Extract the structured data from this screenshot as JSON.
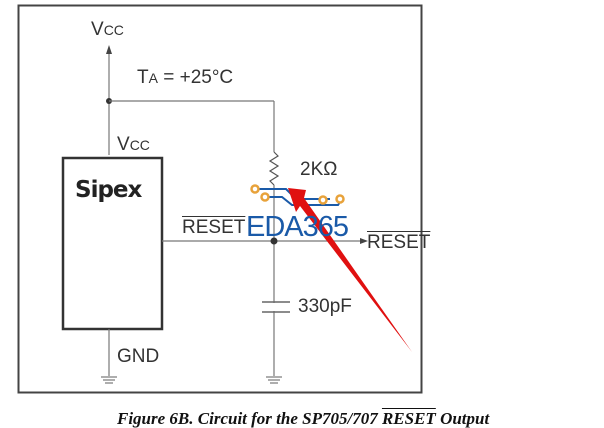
{
  "diagram": {
    "title": "Circuit for the SP705/707 RESET Output",
    "caption": {
      "prefix": "Figure 6B.  Circuit for the SP705/707 ",
      "overlined": "RESET",
      "suffix": " Output"
    },
    "labels": {
      "vcc_top_main": "V",
      "vcc_top_sub": "CC",
      "temp_main": "T",
      "temp_sub": "A",
      "temp_value": " = +25°C",
      "vcc_chip_main": "V",
      "vcc_chip_sub": "CC",
      "chip_logo": "Sipex",
      "reset_pin": "RESET",
      "resistor": "2KΩ",
      "reset_output": "RESET",
      "capacitor": "330pF",
      "gnd": "GND"
    },
    "components": [
      {
        "type": "ic",
        "name": "Sipex SP705/707",
        "pins": [
          "VCC",
          "RESET",
          "GND"
        ]
      },
      {
        "type": "resistor",
        "value": "2KΩ",
        "connection": "VCC to RESET node"
      },
      {
        "type": "capacitor",
        "value": "330pF",
        "connection": "RESET node to ground"
      },
      {
        "type": "ground",
        "count": 2
      }
    ],
    "conditions": "TA = +25°C"
  },
  "watermark": {
    "text": "EDA365",
    "color": "#1a5aa8",
    "pad_color": "#e8a23a",
    "arrow_color": "#e01010"
  }
}
